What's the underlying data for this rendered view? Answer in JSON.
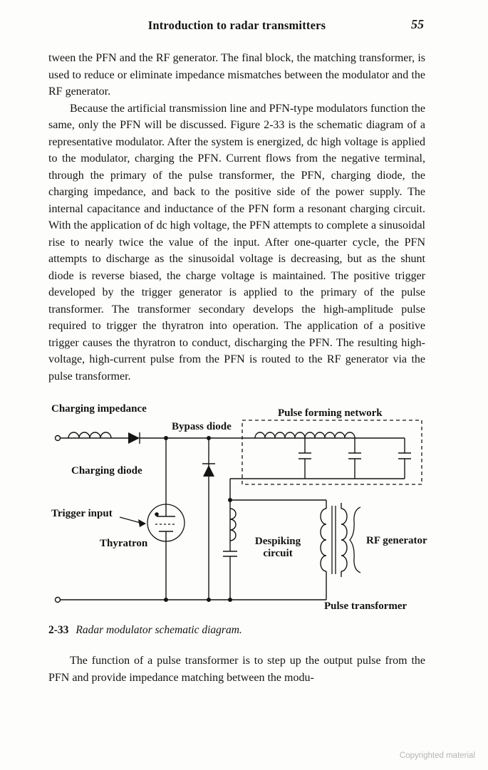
{
  "header": {
    "title": "Introduction to radar transmitters",
    "page_number": "55"
  },
  "paragraphs": {
    "p1": "tween the PFN and the RF generator. The final block, the matching transformer, is used to reduce or eliminate impedance mismatches between the modulator and the RF generator.",
    "p2": "Because the artificial transmission line and PFN-type modulators function the same, only the PFN will be discussed. Figure 2-33 is the schematic diagram of a representative modulator. After the system is energized, dc high voltage is applied to the modulator, charging the PFN. Current flows from the negative terminal, through the primary of the pulse transformer, the PFN, charging diode, the charging impedance, and back to the positive side of the power supply. The internal capacitance and inductance of the PFN form a resonant charging circuit. With the application of dc high voltage, the PFN attempts to complete a sinusoidal rise to nearly twice the value of the input. After one-quarter cycle, the PFN attempts to discharge as the sinusoidal voltage is decreasing, but as the shunt diode is reverse biased, the charge voltage is maintained. The positive trigger developed by the trigger generator is applied to the primary of the pulse transformer. The transformer secondary develops the high-amplitude pulse required to trigger the thyratron into operation. The application of a positive trigger causes the thyratron to conduct, discharging the PFN. The resulting high-voltage, high-current pulse from the PFN is routed to the RF generator via the pulse transformer.",
    "p3": "The function of a pulse transformer is to step up the output pulse from the PFN and provide impedance matching between the modu-"
  },
  "figure": {
    "caption_number": "2-33",
    "caption_text": "Radar modulator schematic diagram.",
    "labels": {
      "charging_impedance": "Charging impedance",
      "bypass_diode": "Bypass diode",
      "pulse_forming_network": "Pulse forming network",
      "charging_diode": "Charging diode",
      "trigger_input": "Trigger input",
      "thyratron": "Thyratron",
      "despiking_line1": "Despiking",
      "despiking_line2": "circuit",
      "rf_generator": "RF generator",
      "pulse_transformer": "Pulse transformer"
    }
  },
  "footer": {
    "copyright": "Copyrighted material"
  }
}
